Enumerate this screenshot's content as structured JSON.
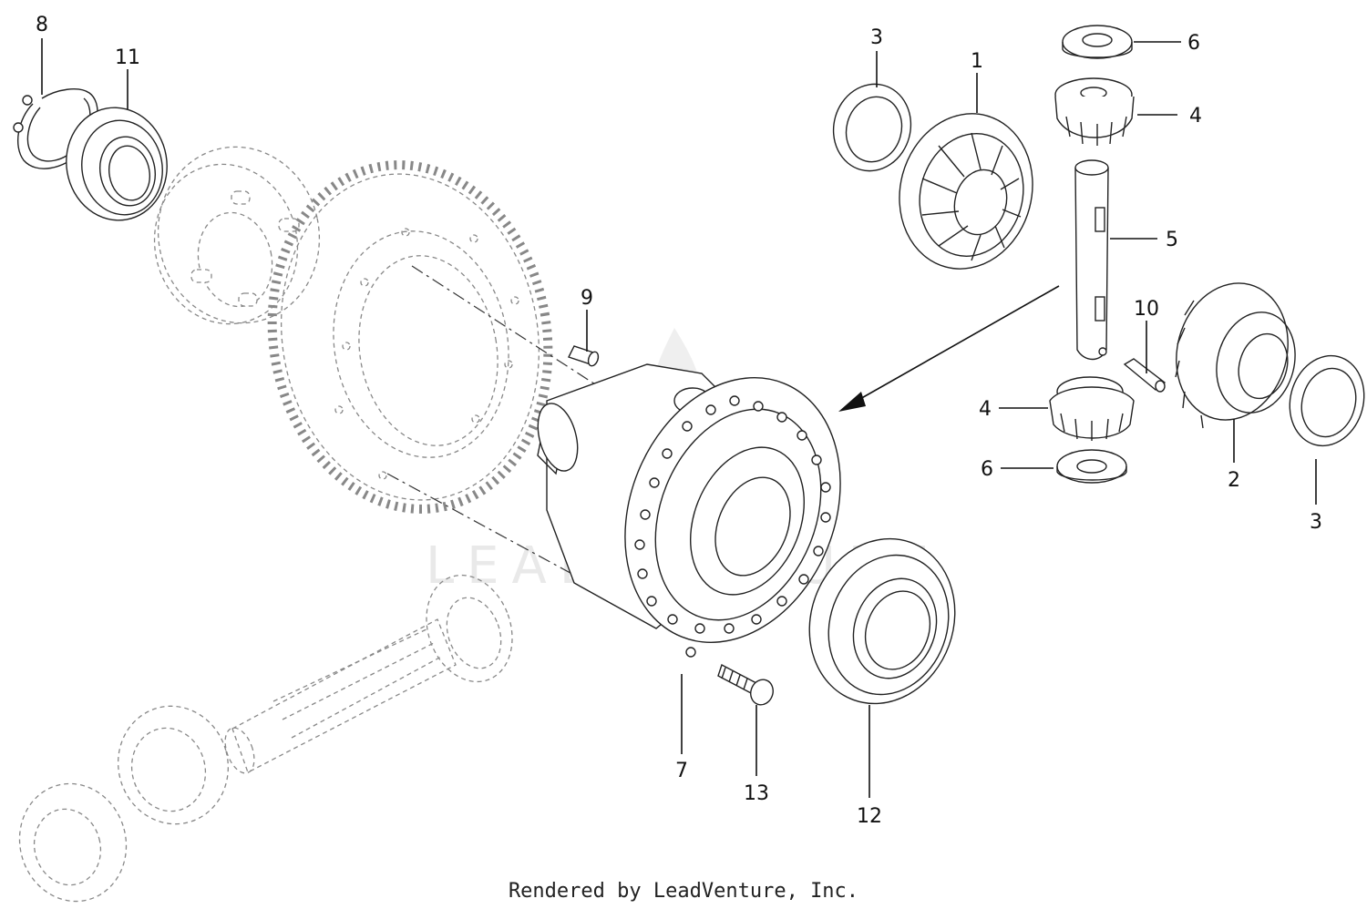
{
  "diagram": {
    "callouts": {
      "c1": "1",
      "c2": "2",
      "c3a": "3",
      "c3b": "3",
      "c4a": "4",
      "c4b": "4",
      "c5": "5",
      "c6a": "6",
      "c6b": "6",
      "c7": "7",
      "c8": "8",
      "c9": "9",
      "c10": "10",
      "c11": "11",
      "c12": "12",
      "c13": "13"
    },
    "watermark": "LEADVENTURE",
    "credit": "Rendered by LeadVenture, Inc."
  }
}
